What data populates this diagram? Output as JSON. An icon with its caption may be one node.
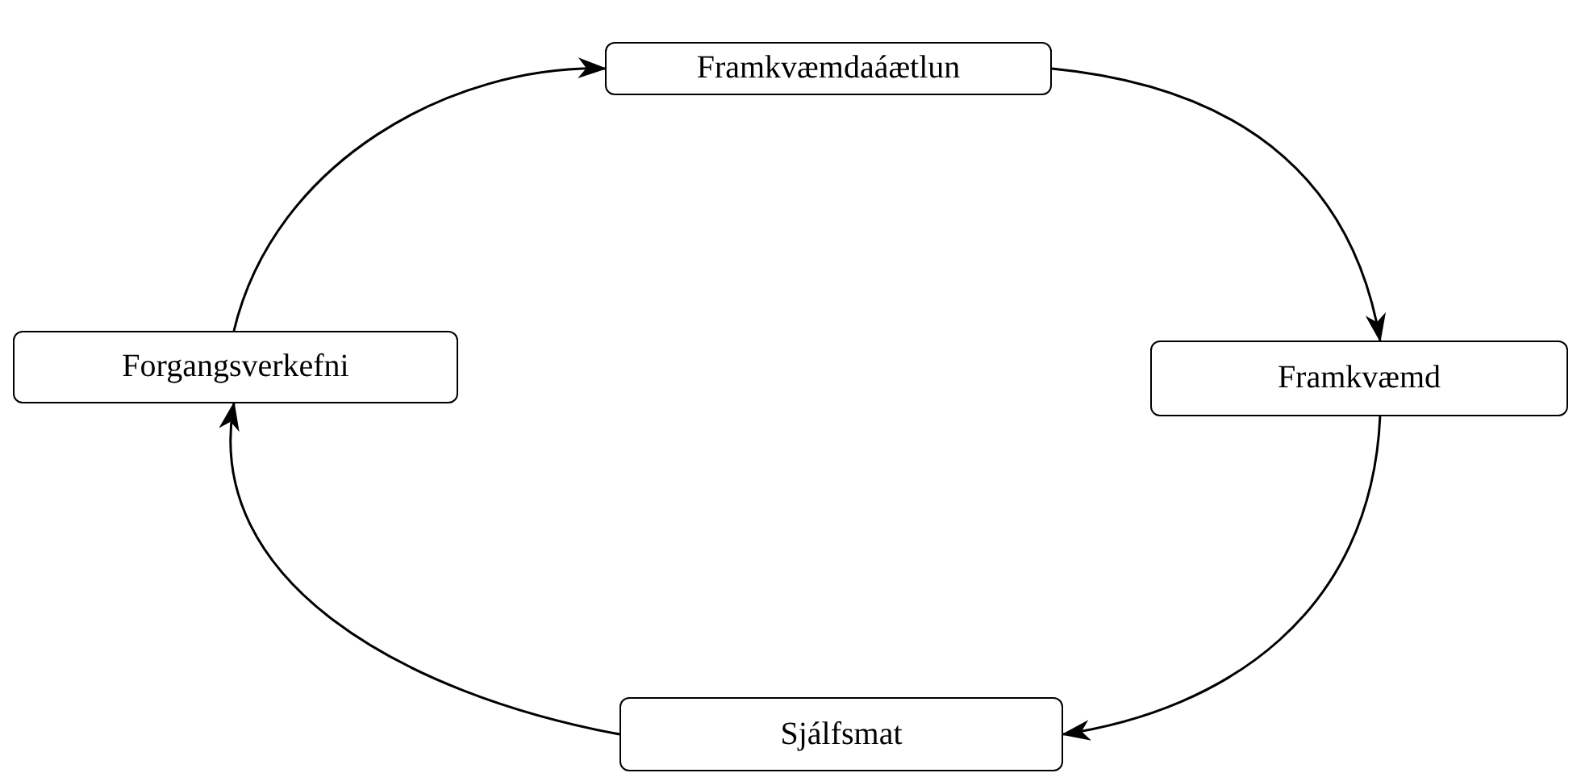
{
  "diagram": {
    "nodes": [
      {
        "text": [
          "Framkvæmdaáætlun"
        ]
      },
      {
        "text": [
          "Framkvæmd"
        ]
      },
      {
        "text": [
          "Sjálfsmat"
        ]
      },
      {
        "text": [
          "Forgangsverkefni"
        ]
      }
    ],
    "edges": [
      {
        "from": 0,
        "to": 1,
        "arrow": "to"
      },
      {
        "from": 1,
        "to": 2,
        "arrow": "to"
      },
      {
        "from": 2,
        "to": 3,
        "arrow": "to"
      },
      {
        "from": 3,
        "to": 0,
        "arrow": "to"
      }
    ]
  }
}
